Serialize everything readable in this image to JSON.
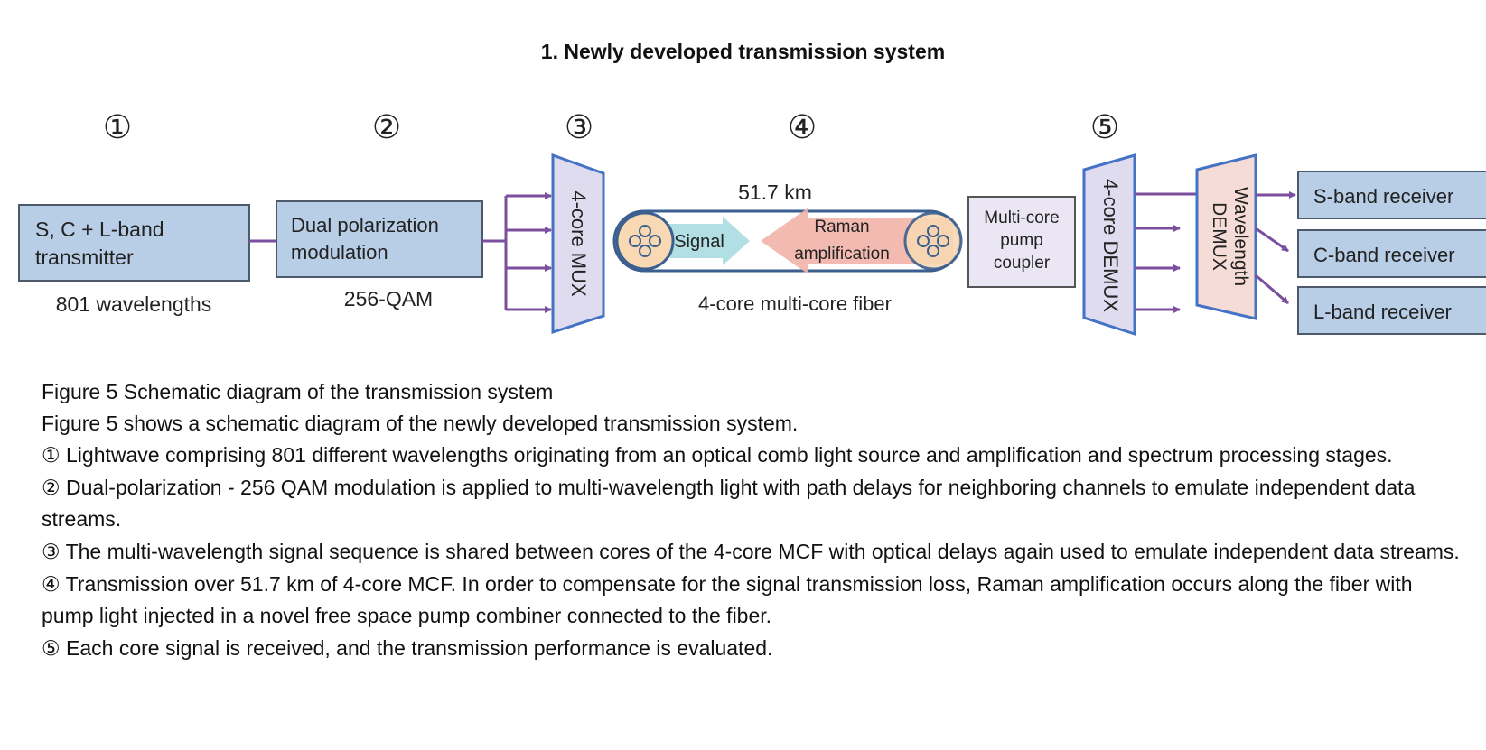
{
  "title": "1. Newly developed transmission system",
  "diagram": {
    "step_markers": [
      "①",
      "②",
      "③",
      "④",
      "⑤"
    ],
    "transmitter": {
      "line1": "S, C + L-band",
      "line2": "transmitter",
      "sub": "801 wavelengths"
    },
    "modulator": {
      "line1": "Dual polarization",
      "line2": "modulation",
      "sub": "256-QAM"
    },
    "mux": {
      "label": "4-core MUX"
    },
    "fiber": {
      "distance": "51.7 km",
      "signal": "Signal",
      "raman_line1": "Raman",
      "raman_line2": "amplification",
      "sub": "4-core multi-core fiber"
    },
    "pump_coupler": {
      "line1": "Multi-core",
      "line2": "pump",
      "line3": "coupler"
    },
    "demux": {
      "label": "4-core DEMUX"
    },
    "wavelength_demux": {
      "line1": "Wavelength",
      "line2": "DEMUX"
    },
    "receivers": [
      "S-band receiver",
      "C-band receiver",
      "L-band receiver"
    ],
    "colors": {
      "box_fill": "#b8cde6",
      "box_stroke": "#4d5a6b",
      "mux_fill": "#e0dcef",
      "mux_stroke": "#4472c4",
      "arrow": "#7b4f9e",
      "signal_arrow": "#a8dce0",
      "raman_arrow": "#f2b2a8",
      "fiber_end": "#f8d9b4",
      "wdemux_fill": "#f6dcd6"
    }
  },
  "caption": {
    "figure_label": "Figure 5 Schematic diagram of the transmission system",
    "intro": "Figure 5 shows a schematic diagram of the newly developed transmission system.",
    "steps": [
      "① Lightwave comprising 801 different wavelengths originating from an optical comb light source and amplification and spectrum processing stages.",
      "② Dual-polarization - 256 QAM modulation is applied to multi-wavelength light with path delays for neighboring channels to emulate independent data streams.",
      "③ The multi-wavelength signal sequence is shared between cores of the 4-core MCF with optical delays again used to emulate independent data streams.",
      "④ Transmission over 51.7 km of 4-core MCF. In order to compensate for the signal transmission loss, Raman amplification occurs along the fiber with pump light injected in a novel free space pump combiner connected to the fiber.",
      "⑤ Each core signal is received, and the transmission performance is evaluated."
    ]
  }
}
